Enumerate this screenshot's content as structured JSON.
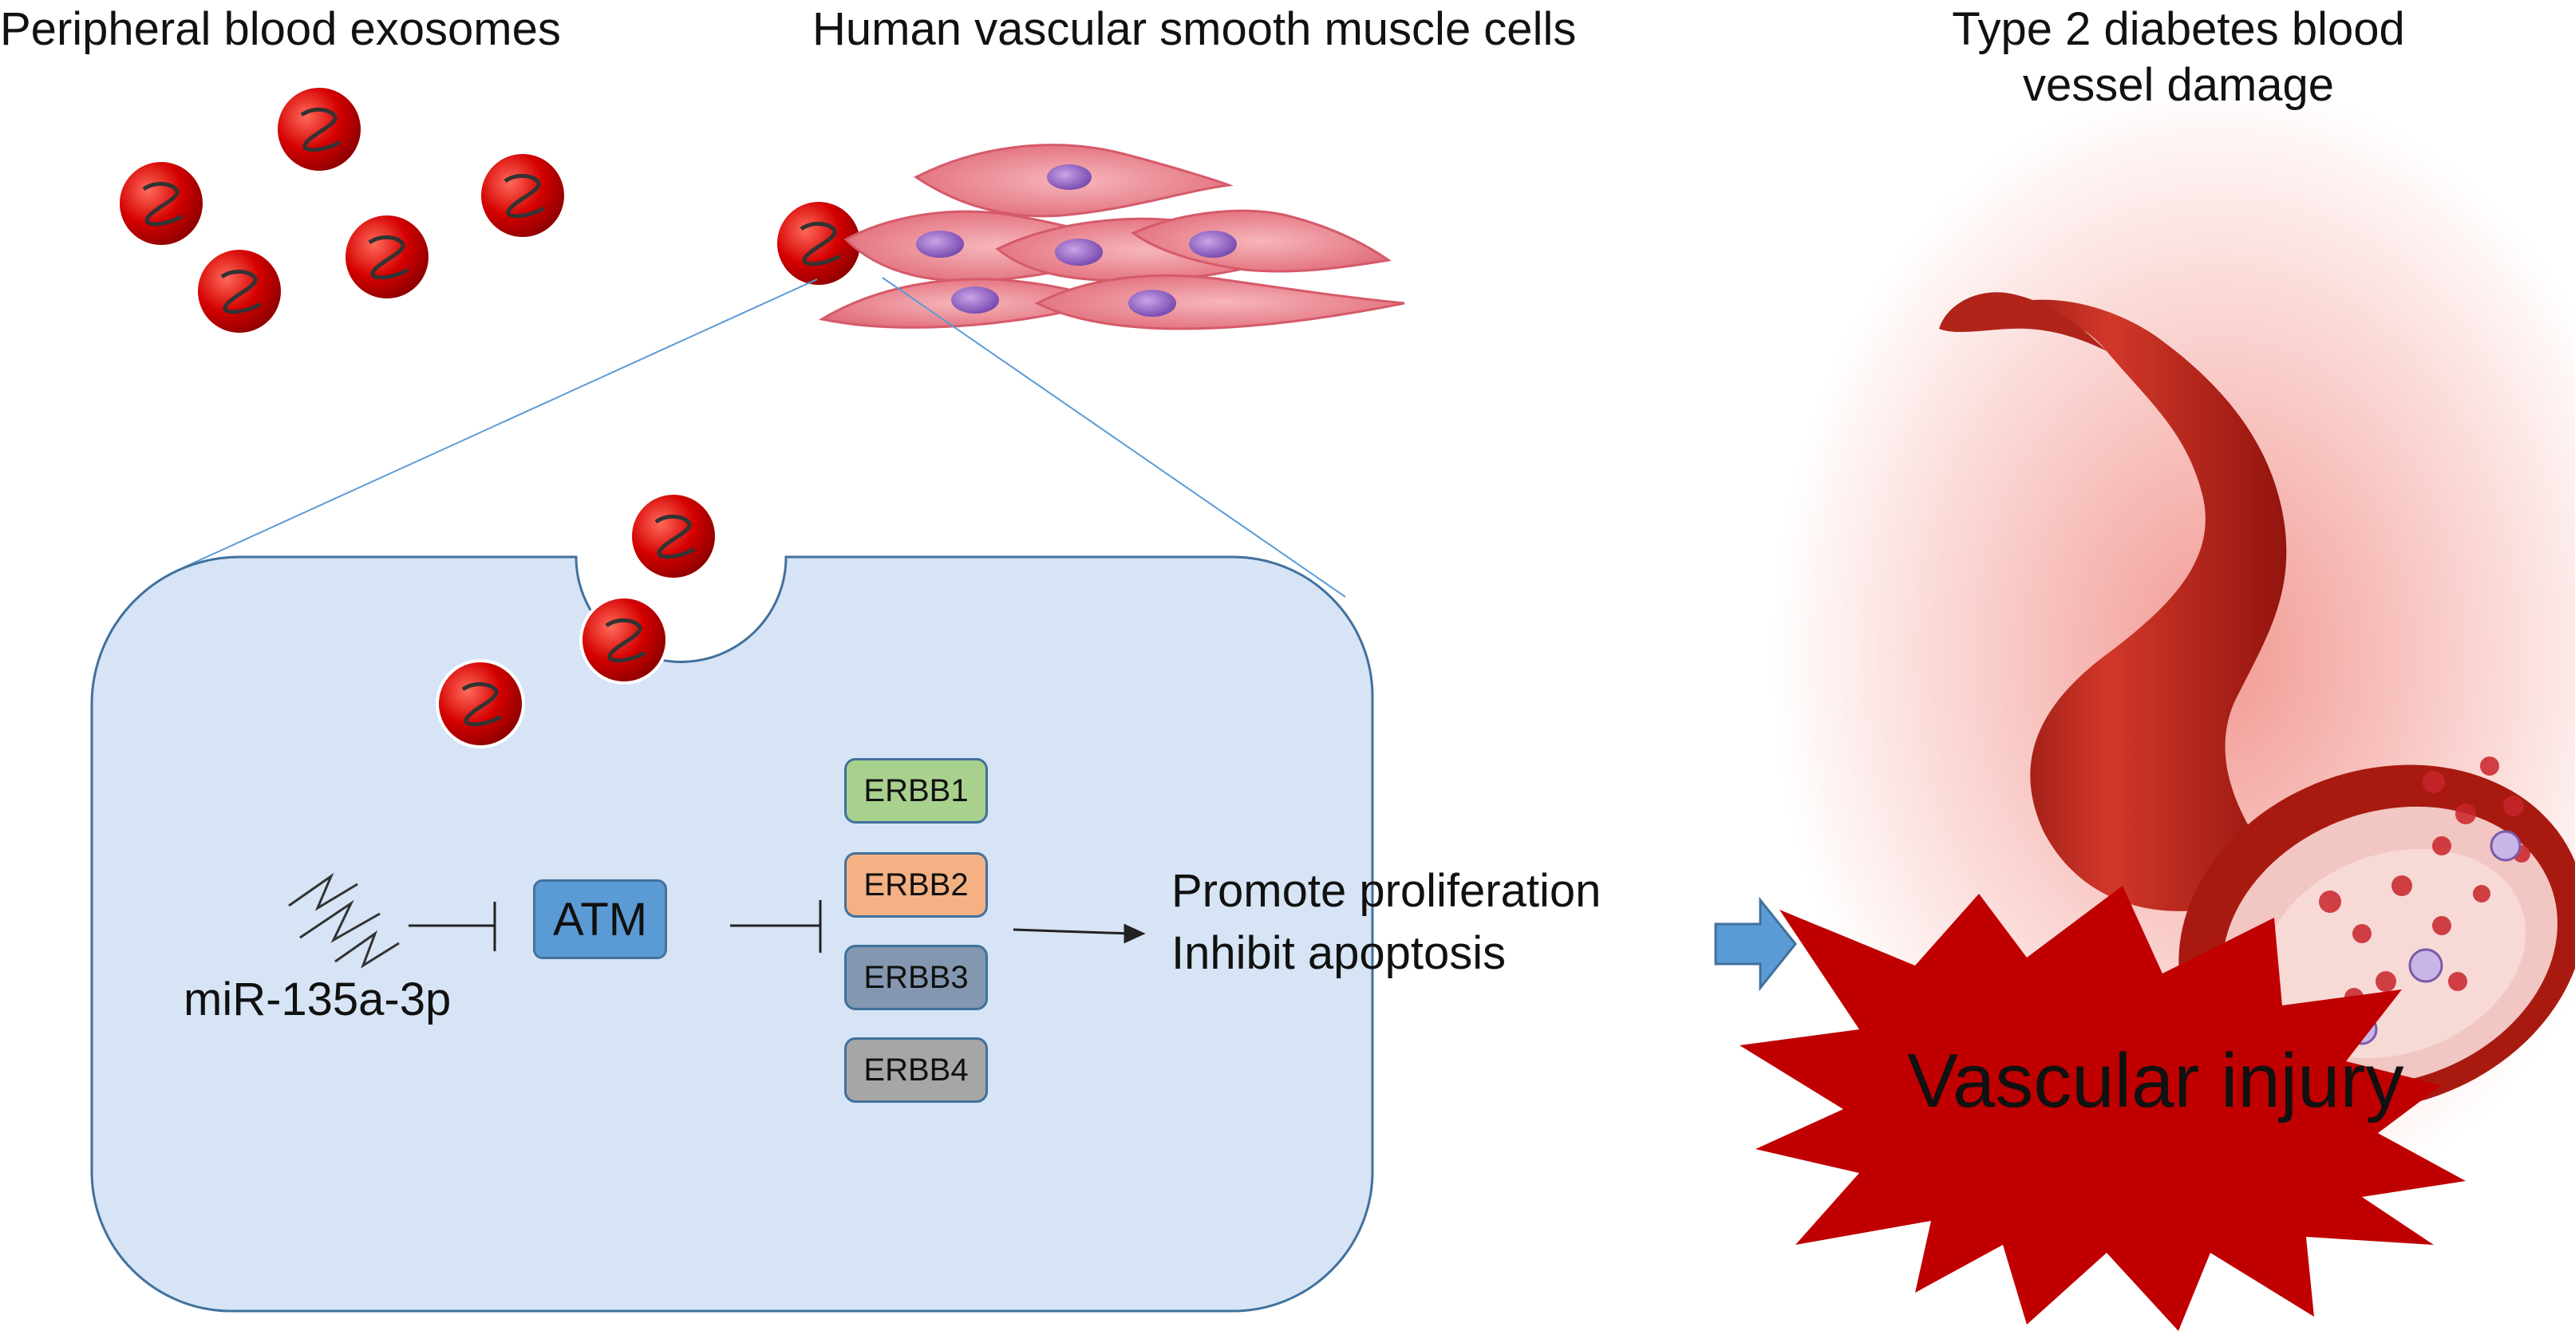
{
  "labels": {
    "exosomes": "Peripheral blood exosomes",
    "vsmc": "Human vascular smooth muscle cells",
    "t2d_line1": "Type 2 diabetes blood",
    "t2d_line2": "vessel damage",
    "mirna": "miR-135a-3p",
    "atm": "ATM",
    "outcome_line1": "Promote proliferation",
    "outcome_line2": "Inhibit apoptosis",
    "injury": "Vascular injury"
  },
  "receptors": [
    {
      "label": "ERBB1",
      "color": "#a9d18e"
    },
    {
      "label": "ERBB2",
      "color": "#f4b183"
    },
    {
      "label": "ERBB3",
      "color": "#8497b0"
    },
    {
      "label": "ERBB4",
      "color": "#a6a6a6"
    }
  ],
  "colors": {
    "cell_fill": "#d6e4f5",
    "cell_stroke": "#41719c",
    "exosome": "#d40000",
    "arrow": "#5b9bd5",
    "burst": "#c00000",
    "vessel": "#c0281c"
  },
  "icons": [
    "exosome-icon",
    "smooth-muscle-cells-illustration",
    "blood-vessel-illustration",
    "mirna-strand-icon",
    "block-arrow-icon",
    "explosion-burst-icon"
  ]
}
